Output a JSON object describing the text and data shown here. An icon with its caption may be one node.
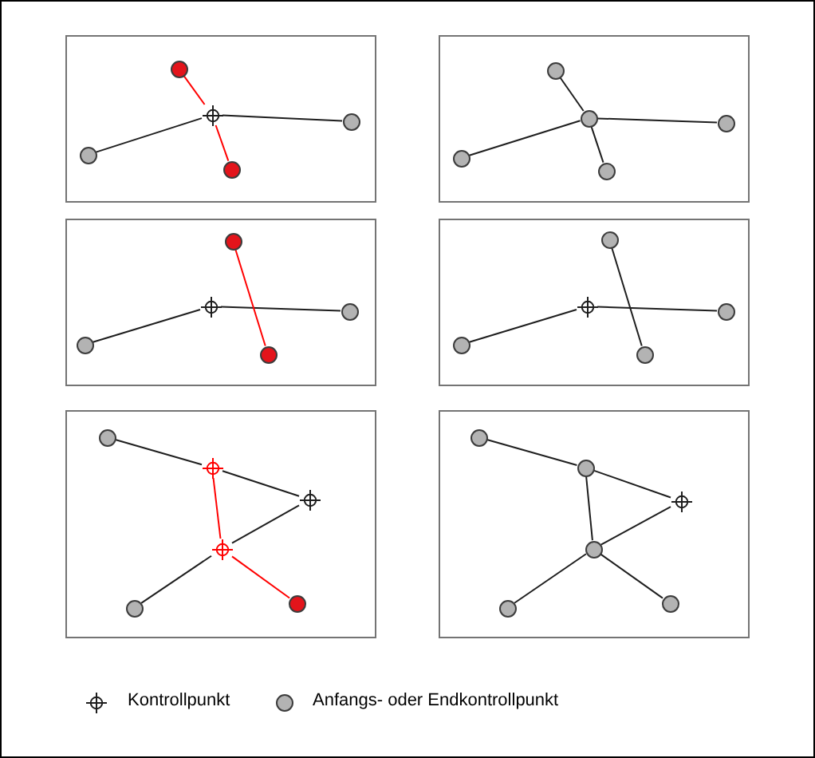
{
  "diagram": {
    "nodes": [
      {
        "text": [],
        "shape": "box"
      },
      {
        "text": [],
        "shape": "circle",
        "in": 0
      },
      {
        "text": [],
        "shape": "crosshair",
        "in": 0
      },
      {
        "text": [],
        "shape": "circle",
        "in": 0
      },
      {
        "text": [],
        "shape": "circle",
        "in": 0
      },
      {
        "text": [],
        "shape": "circle",
        "in": 0
      },
      {
        "text": [],
        "shape": "box"
      },
      {
        "text": [],
        "shape": "circle",
        "in": 6
      },
      {
        "text": [],
        "shape": "circle",
        "in": 6
      },
      {
        "text": [],
        "shape": "circle",
        "in": 6
      },
      {
        "text": [],
        "shape": "circle",
        "in": 6
      },
      {
        "text": [],
        "shape": "circle",
        "in": 6
      },
      {
        "text": [],
        "shape": "box"
      },
      {
        "text": [],
        "shape": "circle",
        "in": 12
      },
      {
        "text": [],
        "shape": "crosshair",
        "in": 12
      },
      {
        "text": [],
        "shape": "circle",
        "in": 12
      },
      {
        "text": [],
        "shape": "circle",
        "in": 12
      },
      {
        "text": [],
        "shape": "circle",
        "in": 12
      },
      {
        "text": [],
        "shape": "box"
      },
      {
        "text": [],
        "shape": "circle",
        "in": 18
      },
      {
        "text": [],
        "shape": "crosshair",
        "in": 18
      },
      {
        "text": [],
        "shape": "circle",
        "in": 18
      },
      {
        "text": [],
        "shape": "circle",
        "in": 18
      },
      {
        "text": [],
        "shape": "circle",
        "in": 18
      },
      {
        "text": [],
        "shape": "box"
      },
      {
        "text": [],
        "shape": "circle",
        "in": 24
      },
      {
        "text": [],
        "shape": "crosshair",
        "in": 24
      },
      {
        "text": [],
        "shape": "crosshair",
        "in": 24
      },
      {
        "text": [],
        "shape": "crosshair",
        "in": 24
      },
      {
        "text": [],
        "shape": "circle",
        "in": 24
      },
      {
        "text": [],
        "shape": "circle",
        "in": 24
      },
      {
        "text": [],
        "shape": "box"
      },
      {
        "text": [],
        "shape": "circle",
        "in": 31
      },
      {
        "text": [],
        "shape": "circle",
        "in": 31
      },
      {
        "text": [],
        "shape": "crosshair",
        "in": 31
      },
      {
        "text": [],
        "shape": "circle",
        "in": 31
      },
      {
        "text": [],
        "shape": "circle",
        "in": 31
      },
      {
        "text": [],
        "shape": "circle",
        "in": 31
      }
    ],
    "edges": [
      {
        "from": 4,
        "to": 2,
        "arrow": "none"
      },
      {
        "from": 2,
        "to": 3,
        "arrow": "none"
      },
      {
        "from": 1,
        "to": 2,
        "arrow": "none",
        "color": "#ff0000"
      },
      {
        "from": 2,
        "to": 5,
        "arrow": "none",
        "color": "#ff0000"
      },
      {
        "from": 10,
        "to": 8,
        "arrow": "none"
      },
      {
        "from": 8,
        "to": 9,
        "arrow": "none"
      },
      {
        "from": 7,
        "to": 8,
        "arrow": "none"
      },
      {
        "from": 8,
        "to": 11,
        "arrow": "none"
      },
      {
        "from": 16,
        "to": 14,
        "arrow": "none"
      },
      {
        "from": 14,
        "to": 15,
        "arrow": "none"
      },
      {
        "from": 13,
        "to": 17,
        "arrow": "none",
        "color": "#ff0000"
      },
      {
        "from": 22,
        "to": 20,
        "arrow": "none"
      },
      {
        "from": 20,
        "to": 21,
        "arrow": "none"
      },
      {
        "from": 19,
        "to": 23,
        "arrow": "none"
      },
      {
        "from": 25,
        "to": 26,
        "arrow": "none"
      },
      {
        "from": 26,
        "to": 27,
        "arrow": "none"
      },
      {
        "from": 27,
        "to": 28,
        "arrow": "none"
      },
      {
        "from": 28,
        "to": 30,
        "arrow": "none"
      },
      {
        "from": 26,
        "to": 28,
        "arrow": "none",
        "color": "#ff0000"
      },
      {
        "from": 28,
        "to": 29,
        "arrow": "none",
        "color": "#ff0000"
      },
      {
        "from": 32,
        "to": 33,
        "arrow": "none"
      },
      {
        "from": 33,
        "to": 34,
        "arrow": "none"
      },
      {
        "from": 34,
        "to": 35,
        "arrow": "none"
      },
      {
        "from": 35,
        "to": 37,
        "arrow": "none"
      },
      {
        "from": 33,
        "to": 35,
        "arrow": "none"
      },
      {
        "from": 35,
        "to": 36,
        "arrow": "none"
      }
    ],
    "legend": [
      {
        "text": "Kontrollpunkt"
      },
      {
        "text": "Anfangs- oder Endkontrollpunkt"
      }
    ]
  }
}
